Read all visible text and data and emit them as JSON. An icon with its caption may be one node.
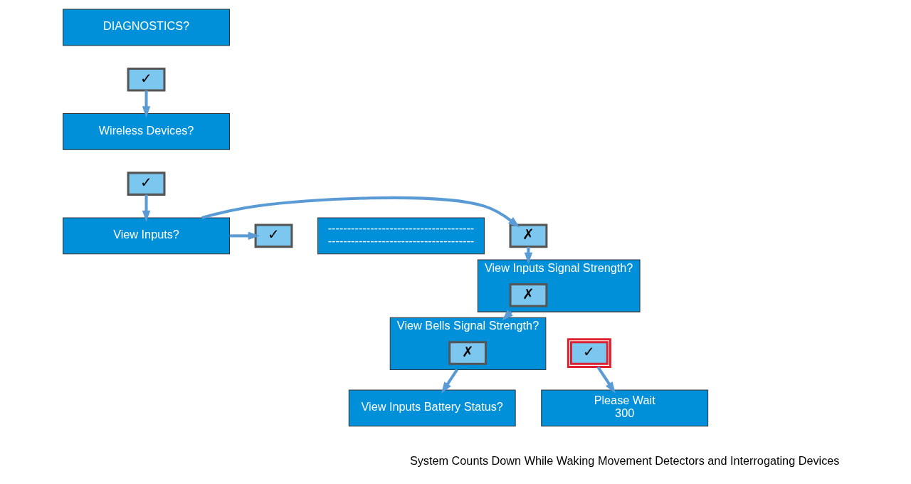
{
  "diagram": {
    "nodes": [
      {
        "text": [
          "DIAGNOSTICS?"
        ]
      },
      {
        "text": [
          "✓"
        ]
      },
      {
        "text": [
          "Wireless Devices?"
        ]
      },
      {
        "text": [
          "✓"
        ]
      },
      {
        "text": [
          "View Inputs?"
        ]
      },
      {
        "text": [
          "✗"
        ]
      },
      {
        "text": [
          "✓"
        ]
      },
      {
        "text": [
          "--------------------------------------",
          "--------------------------------------"
        ]
      },
      {
        "text": [
          "View Inputs Signal Strength?"
        ]
      },
      {
        "text": [
          "✗"
        ],
        "in": 8
      },
      {
        "text": [
          "View Bells Signal Strength?"
        ]
      },
      {
        "text": [
          "✗"
        ],
        "in": 10
      },
      {
        "text": [
          "View Inputs Battery Status?"
        ]
      },
      {
        "text": [
          "✓"
        ]
      },
      {
        "text": [
          "Please Wait",
          "300"
        ]
      }
    ],
    "edges": [
      {
        "from": 1,
        "to": 2,
        "arrow": "to"
      },
      {
        "from": 3,
        "to": 4,
        "arrow": "to"
      },
      {
        "from": 4,
        "to": 5,
        "arrow": "to"
      },
      {
        "from": 4,
        "to": 6,
        "arrow": "to"
      },
      {
        "from": 5,
        "to": 8,
        "arrow": "to"
      },
      {
        "from": 8,
        "to": 10,
        "arrow": "to"
      },
      {
        "from": 10,
        "to": 12,
        "arrow": "to"
      },
      {
        "from": 13,
        "to": 14,
        "arrow": "to"
      }
    ],
    "labels": [
      "System Counts Down While Waking Movement Detectors and Interrogating Devices"
    ]
  }
}
